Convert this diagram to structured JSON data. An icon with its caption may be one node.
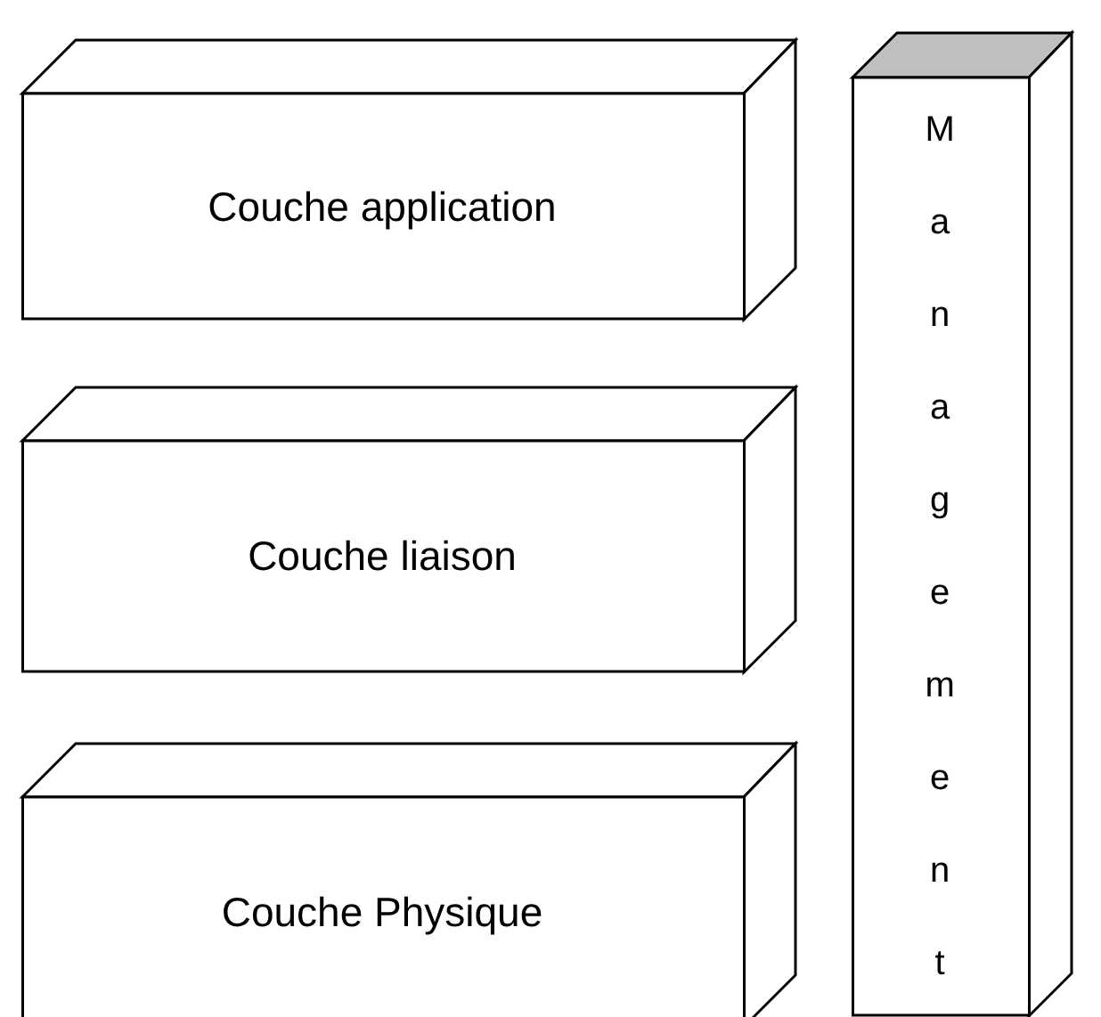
{
  "diagram": {
    "nodes": [
      {
        "text": [
          "Couche application"
        ]
      },
      {
        "text": [
          "Couche liaison"
        ]
      },
      {
        "text": [
          "Couche Physique"
        ]
      },
      {
        "text": [
          "Management"
        ]
      }
    ]
  }
}
